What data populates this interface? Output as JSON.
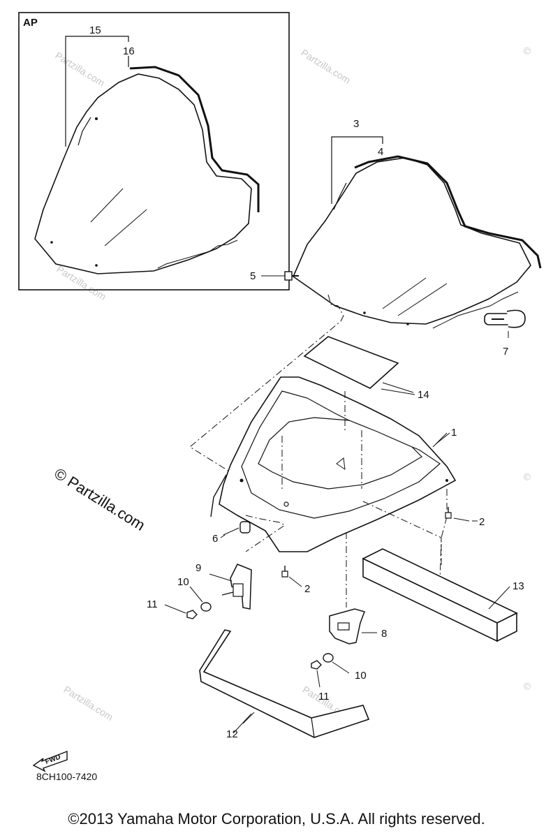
{
  "inset": {
    "label": "AP"
  },
  "callouts": {
    "c15": "15",
    "c16": "16",
    "c3": "3",
    "c4": "4",
    "c5": "5",
    "c7": "7",
    "c14": "14",
    "c1": "1",
    "c2a": "2",
    "c6": "6",
    "c9": "9",
    "c2b": "2",
    "c13": "13",
    "c10a": "10",
    "c11a": "11",
    "c8": "8",
    "c10b": "10",
    "c11b": "11",
    "c12": "12"
  },
  "fwd_label": "FWD",
  "watermark": {
    "large": "© Partzilla.com",
    "small": "Partzilla.com",
    "corner": "©"
  },
  "document_code": "8CH100-7420",
  "copyright": "©2013  Yamaha Motor Corporation, U.S.A. All rights reserved."
}
